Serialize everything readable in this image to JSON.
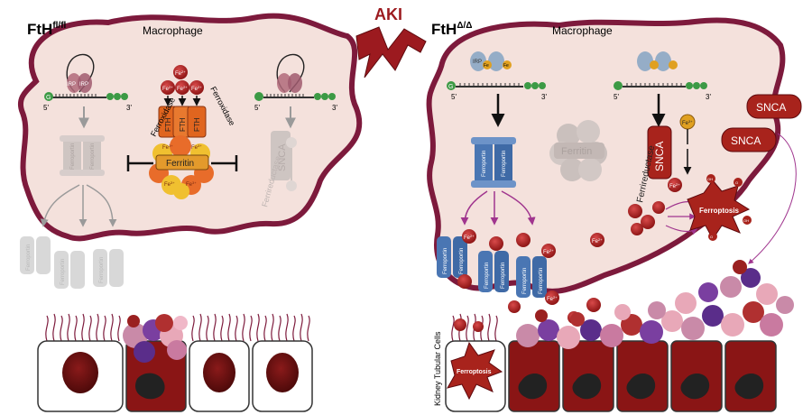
{
  "left_panel": {
    "genotype": "FtH",
    "genotype_sup": "fl/fl",
    "cell_label": "Macrophage",
    "mrna_5": "5'",
    "mrna_3": "3'",
    "cap": "G",
    "polyA": "A",
    "irp": "IRP",
    "fth": "FTH",
    "ferroxidase": "Ferroxidase",
    "ferritin": "Ferritin",
    "fe_ion": "Fe",
    "fe_charge": "2+",
    "fe3_charge": "3+",
    "ferroportin": "Ferroportin",
    "ferrireductase": "Ferrireductase",
    "snca": "SNCA"
  },
  "center": {
    "event": "AKI"
  },
  "right_panel": {
    "genotype": "FtH",
    "genotype_sup": "Δ/Δ",
    "cell_label": "Macrophage",
    "mrna_5": "5'",
    "mrna_3": "3'",
    "cap": "G",
    "polyA": "A",
    "irp": "IRP",
    "fe": "Fe",
    "ferritin": "Ferritin",
    "ferroportin": "Ferroportin",
    "ferrireductase": "Ferrireductase",
    "snca": "SNCA",
    "fe3": "Fe",
    "fe3_charge": "3+",
    "fe2_charge": "2+",
    "ferroptosis": "Ferroptosis",
    "ros_oh": "OH",
    "ros_o2": "O",
    "ros_sup": "2-"
  },
  "kidney": {
    "label": "Kidney Tubular Cells",
    "ferroptosis": "Ferroptosis"
  },
  "colors": {
    "membrane": "#7d1a3c",
    "cytoplasm": "#f4e1dc",
    "iron": "#a81e25",
    "fth": "#e0651f",
    "ferroportin": "#4a76b3",
    "snca": "#a8231c",
    "aki": "#9c1a1f"
  }
}
